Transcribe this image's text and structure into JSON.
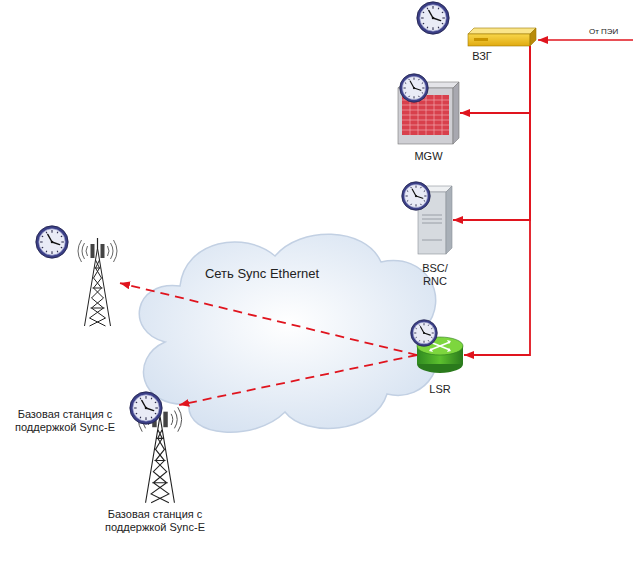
{
  "diagram": {
    "nodes": [
      {
        "text": [
          "ВЗГ"
        ]
      },
      {
        "text": [
          "MGW"
        ]
      },
      {
        "text": [
          "BSC/ RNC"
        ]
      },
      {
        "text": [
          "Сеть Sync Ethernet"
        ]
      },
      {
        "text": [
          "LSR"
        ]
      },
      {
        "text": [
          "Базовая станция с поддержкой Sync-E"
        ]
      },
      {
        "text": [
          "Базовая станция с поддержкой Sync-E"
        ]
      }
    ],
    "edges": [
      {
        "from": 0,
        "to": 1,
        "arrow": "to"
      },
      {
        "from": 0,
        "to": 2,
        "arrow": "to"
      },
      {
        "from": 0,
        "to": 4,
        "arrow": "to"
      },
      {
        "from": 4,
        "to": 5,
        "arrow": "to"
      },
      {
        "from": 4,
        "to": 6,
        "arrow": "to"
      }
    ],
    "labels": [
      "От ПЭИ"
    ]
  }
}
